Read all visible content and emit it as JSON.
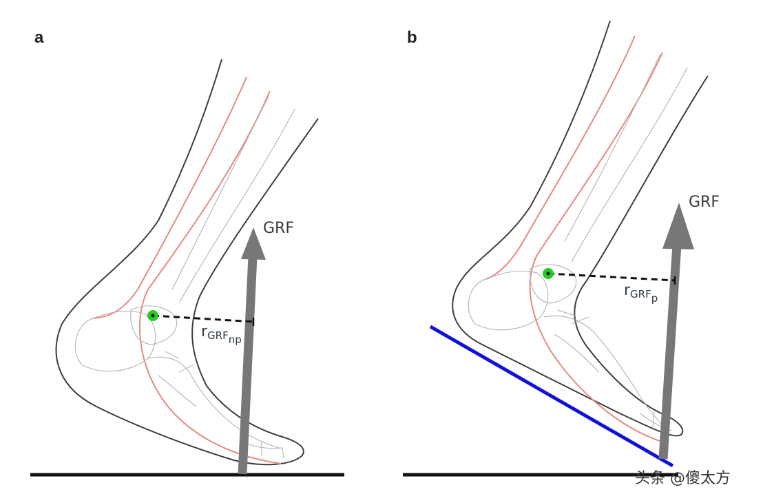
{
  "panels": [
    {
      "label": "a",
      "force_label": "GRF",
      "moment_arm_symbol": "r",
      "moment_arm_subscript": "GRF",
      "moment_arm_subsubscript": "np"
    },
    {
      "label": "b",
      "force_label": "GRF",
      "moment_arm_symbol": "r",
      "moment_arm_subscript": "GRF",
      "moment_arm_subsubscript": "p"
    }
  ],
  "colors": {
    "skin_outline": "#3d3d3d",
    "tendon": "#e8887e",
    "bone": "#b8b8b8",
    "grf_arrow": "#777777",
    "joint_center": "#22cc22",
    "ground": "#111111",
    "incline_line": "#1010dd"
  },
  "watermark": "头条 @傻太方"
}
